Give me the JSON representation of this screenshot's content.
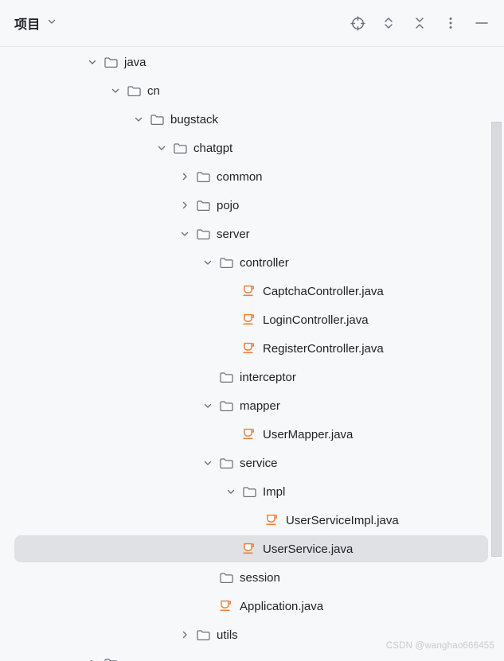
{
  "header": {
    "title": "项目",
    "toolbar": [
      {
        "name": "locate",
        "icon": "locate-icon"
      },
      {
        "name": "expand-all",
        "icon": "expand-all-icon"
      },
      {
        "name": "collapse-all",
        "icon": "collapse-all-icon"
      },
      {
        "name": "more-options",
        "icon": "kebab-menu-icon"
      },
      {
        "name": "hide-panel",
        "icon": "minus-icon"
      }
    ]
  },
  "colors": {
    "background": "#F7F8FA",
    "selection": "#DFE1E5",
    "icon_gray": "#6C707E",
    "java_orange": "#E8823D",
    "text": "#1F2126"
  },
  "tree": {
    "items": [
      {
        "label": "java",
        "depth": 0,
        "kind": "folder",
        "chevron": "expanded"
      },
      {
        "label": "cn",
        "depth": 1,
        "kind": "folder",
        "chevron": "expanded"
      },
      {
        "label": "bugstack",
        "depth": 2,
        "kind": "folder",
        "chevron": "expanded"
      },
      {
        "label": "chatgpt",
        "depth": 3,
        "kind": "folder",
        "chevron": "expanded"
      },
      {
        "label": "common",
        "depth": 4,
        "kind": "folder",
        "chevron": "collapsed"
      },
      {
        "label": "pojo",
        "depth": 4,
        "kind": "folder",
        "chevron": "collapsed"
      },
      {
        "label": "server",
        "depth": 4,
        "kind": "folder",
        "chevron": "expanded"
      },
      {
        "label": "controller",
        "depth": 5,
        "kind": "folder",
        "chevron": "expanded"
      },
      {
        "label": "CaptchaController.java",
        "depth": 6,
        "kind": "java-file",
        "chevron": "none"
      },
      {
        "label": "LoginController.java",
        "depth": 6,
        "kind": "java-file",
        "chevron": "none"
      },
      {
        "label": "RegisterController.java",
        "depth": 6,
        "kind": "java-file",
        "chevron": "none"
      },
      {
        "label": "interceptor",
        "depth": 5,
        "kind": "folder",
        "chevron": "none"
      },
      {
        "label": "mapper",
        "depth": 5,
        "kind": "folder",
        "chevron": "expanded"
      },
      {
        "label": "UserMapper.java",
        "depth": 6,
        "kind": "java-file",
        "chevron": "none"
      },
      {
        "label": "service",
        "depth": 5,
        "kind": "folder",
        "chevron": "expanded"
      },
      {
        "label": "Impl",
        "depth": 6,
        "kind": "folder",
        "chevron": "expanded"
      },
      {
        "label": "UserServiceImpl.java",
        "depth": 7,
        "kind": "java-file",
        "chevron": "none"
      },
      {
        "label": "UserService.java",
        "depth": 6,
        "kind": "java-file",
        "chevron": "none",
        "selected": true
      },
      {
        "label": "session",
        "depth": 5,
        "kind": "folder",
        "chevron": "none"
      },
      {
        "label": "Application.java",
        "depth": 5,
        "kind": "java-file",
        "chevron": "none"
      },
      {
        "label": "utils",
        "depth": 4,
        "kind": "folder",
        "chevron": "collapsed"
      },
      {
        "label": "",
        "depth": 0,
        "kind": "folder",
        "chevron": "collapsed",
        "partial": true
      }
    ]
  },
  "watermark": "CSDN @wanghao666455"
}
